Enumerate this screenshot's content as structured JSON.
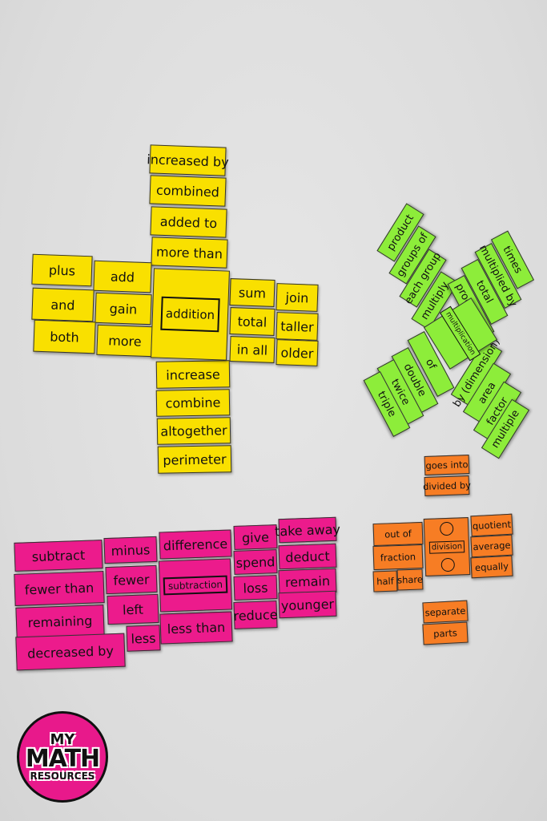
{
  "colors": {
    "addition": "#f9e000",
    "subtraction": "#ec1b8c",
    "multiplication": "#8ded3a",
    "division": "#f77d24",
    "background": "#dcdcdc"
  },
  "addition": {
    "center": "addition",
    "words": [
      "increased by",
      "combined",
      "added to",
      "more than",
      "plus",
      "add",
      "and",
      "gain",
      "both",
      "more",
      "sum",
      "join",
      "total",
      "taller",
      "in all",
      "older",
      "increase",
      "combine",
      "altogether",
      "perimeter"
    ]
  },
  "multiplication": {
    "center": "multiplication",
    "words": [
      "product",
      "groups of",
      "each group",
      "multiply",
      "by (dimension)",
      "area",
      "factor",
      "multiple",
      "times",
      "multiplied by",
      "total",
      "product of",
      "of",
      "double",
      "twice",
      "triple"
    ]
  },
  "division": {
    "center": "division",
    "words": [
      "goes into",
      "divided by",
      "out of",
      "fraction",
      "half",
      "share",
      "quotient",
      "average",
      "equally",
      "separate",
      "parts"
    ]
  },
  "subtraction": {
    "center": "subtraction",
    "words": [
      "subtract",
      "minus",
      "difference",
      "give",
      "take away",
      "fewer than",
      "fewer",
      "spend",
      "deduct",
      "remaining",
      "left",
      "loss",
      "remain",
      "decreased by",
      "less",
      "less than",
      "reduce",
      "younger"
    ]
  },
  "logo": {
    "line1": "MY",
    "line2": "MATH",
    "line3": "RESOURCES"
  }
}
